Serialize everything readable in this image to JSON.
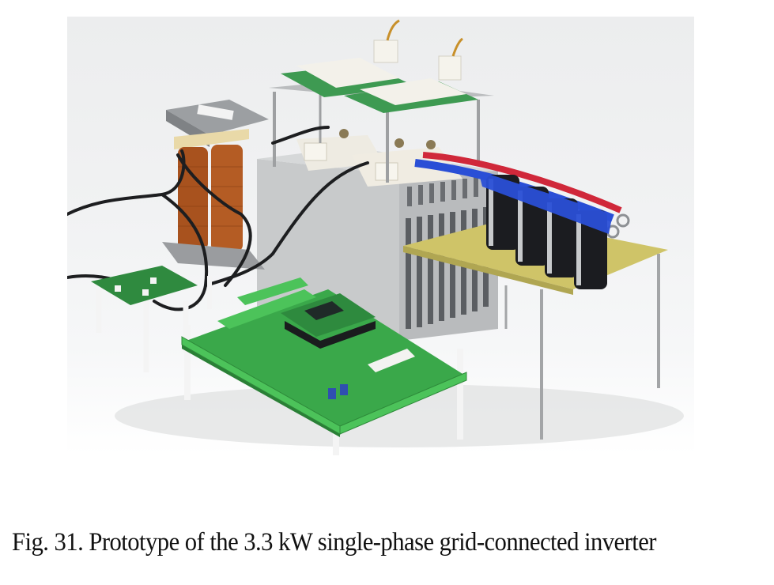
{
  "figure": {
    "number": "Fig. 31.",
    "caption_text": "Prototype of the 3.3 kW single-phase grid-connected inverter",
    "caption_full": "Fig. 31. Prototype of the 3.3 kW single-phase grid-connected inverter"
  },
  "photo": {
    "subject": "3.3 kW single-phase grid-connected inverter prototype",
    "components": [
      {
        "name": "inductor",
        "description": "copper-wound inductor with grey steel core clamp"
      },
      {
        "name": "gate-driver-boards",
        "description": "two green gate-driver PCBs with white modules on standoffs"
      },
      {
        "name": "igbt-modules",
        "description": "white power modules mounted on heatsink"
      },
      {
        "name": "heatsink",
        "description": "finned aluminum heatsink"
      },
      {
        "name": "dc-link-capacitors",
        "description": "four black electrolytic capacitors with blue/red busbar"
      },
      {
        "name": "capacitor-board",
        "description": "yellow FR4 board on long standoffs"
      },
      {
        "name": "control-board",
        "description": "green control PCB with DSP module and green terminal blocks"
      },
      {
        "name": "sensor-board",
        "description": "small green sensor PCB on white standoffs"
      },
      {
        "name": "cables",
        "description": "black interconnect cables"
      }
    ],
    "colors": {
      "background": "#eeeff0",
      "pcb_green": "#3aa84a",
      "terminal_green": "#4cc35a",
      "copper": "#a8521e",
      "aluminum": "#c9cbcc",
      "capacitor_black": "#1b1c20",
      "busbar_blue": "#2a4fd6",
      "busbar_red": "#d0283a",
      "fr4_yellow": "#cfc468"
    }
  }
}
